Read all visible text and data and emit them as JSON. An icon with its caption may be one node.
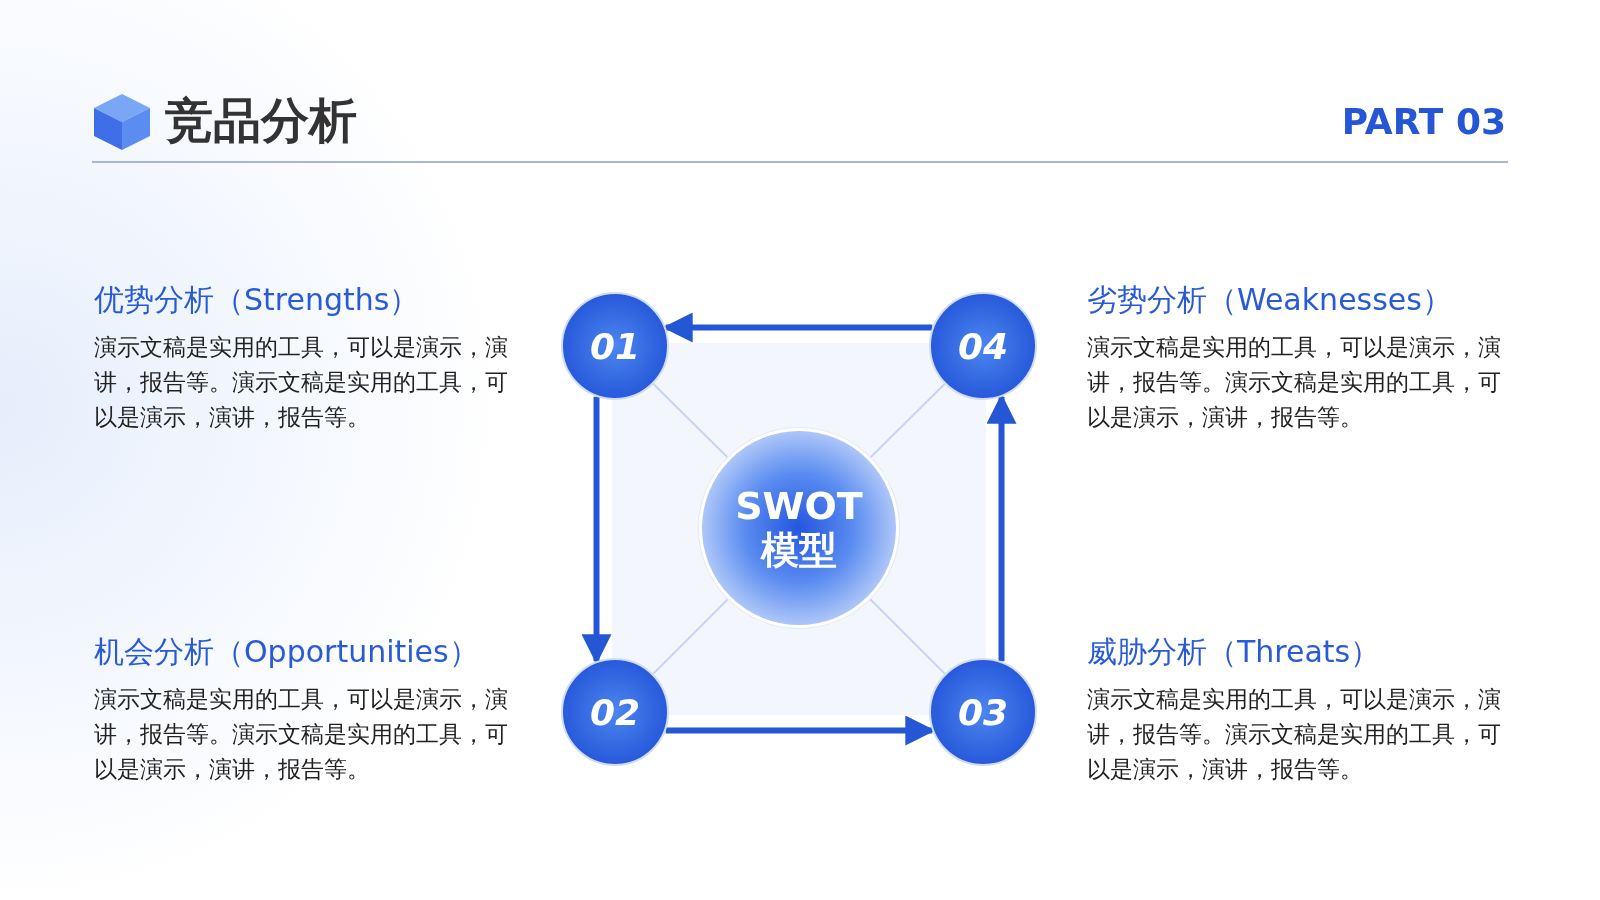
{
  "diagram": {
    "title": "竞品分析",
    "nodes": [
      {
        "text": [
          "SWOT 模型"
        ]
      },
      {
        "text": [
          "01"
        ],
        "beside": [
          "优势分析（Strengths）",
          "演示文稿是实用的工具，可以是演示，演讲，报告等。演示文稿是实用的工具，可以是演示，演讲，报告等。"
        ]
      },
      {
        "text": [
          "04"
        ],
        "beside": [
          "劣势分析（Weaknesses）",
          "演示文稿是实用的工具，可以是演示，演讲，报告等。演示文稿是实用的工具，可以是演示，演讲，报告等。"
        ]
      },
      {
        "text": [
          "02"
        ],
        "beside": [
          "机会分析（Opportunities）",
          "演示文稿是实用的工具，可以是演示，演讲，报告等。演示文稿是实用的工具，可以是演示，演讲，报告等。"
        ]
      },
      {
        "text": [
          "03"
        ],
        "beside": [
          "威胁分析（Threats）",
          "演示文稿是实用的工具，可以是演示，演讲，报告等。演示文稿是实用的工具，可以是演示，演讲，报告等。"
        ]
      }
    ],
    "edges": [
      {
        "from": 0,
        "to": 1,
        "arrow": "none"
      },
      {
        "from": 0,
        "to": 2,
        "arrow": "none"
      },
      {
        "from": 0,
        "to": 3,
        "arrow": "none"
      },
      {
        "from": 0,
        "to": 4,
        "arrow": "none"
      },
      {
        "from": 2,
        "to": 1,
        "arrow": "to",
        "style": "thick",
        "color": "#2456d6"
      },
      {
        "from": 1,
        "to": 3,
        "arrow": "to",
        "style": "thick",
        "color": "#2456d6"
      },
      {
        "from": 3,
        "to": 4,
        "arrow": "to",
        "style": "thick",
        "color": "#2456d6"
      },
      {
        "from": 4,
        "to": 2,
        "arrow": "to",
        "style": "thick",
        "color": "#2456d6"
      }
    ],
    "labels": [
      "PART 03"
    ]
  }
}
